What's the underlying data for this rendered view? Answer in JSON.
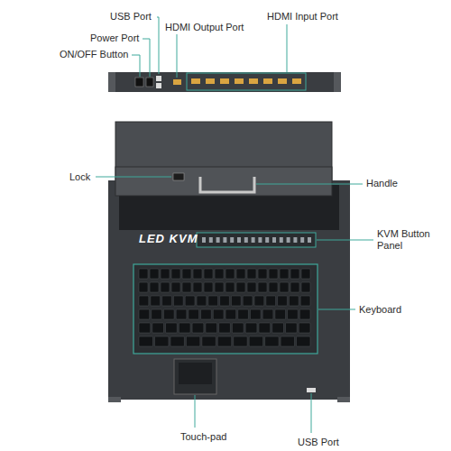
{
  "diagram": {
    "labels": [
      "USB Port",
      "HDMI Output Port",
      "HDMI Input Port",
      "Power Port",
      "ON/OFF Button",
      "Lock",
      "Handle",
      "LED KVM",
      "KVM Button Panel",
      "Keyboard",
      "Touch-pad",
      "USB Port"
    ]
  }
}
